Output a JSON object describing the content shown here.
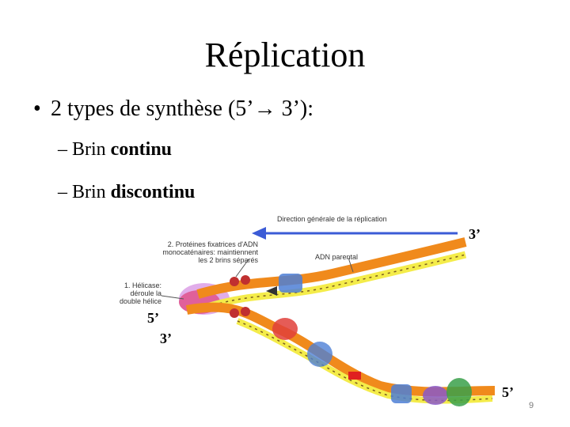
{
  "slide": {
    "title": "Réplication",
    "bullet": {
      "marker": "•",
      "text": "2 types de synthèse (5’→ 3’):",
      "items": [
        {
          "dash": "–",
          "prefix": "Brin ",
          "bold": "continu"
        },
        {
          "dash": "–",
          "prefix": "Brin ",
          "bold": "discontinu"
        }
      ]
    },
    "page_number": "9"
  },
  "figure": {
    "direction_label": "Direction générale de la réplication",
    "parental_dna_label": "ADN parental",
    "ssb_label": [
      "2. Protéines fixatrices d'ADN",
      "monocaténaires: maintiennent",
      "les 2 brins séparés"
    ],
    "helicase_label": [
      "1. Hélicase:",
      "déroule la",
      "double hélice"
    ],
    "end_labels": {
      "top_right": "3’",
      "left_upper": "5’",
      "left_lower": "3’",
      "bottom_right": "5’"
    },
    "colors": {
      "strand_orange": "#f08a1c",
      "strand_yellow": "#f4ec4a",
      "helicase": "#e0609a",
      "protein_blue": "#4d7fd6",
      "protein_red": "#e0403a",
      "protein_green": "#3aa04a",
      "arrow": "#3b5bd6"
    }
  }
}
